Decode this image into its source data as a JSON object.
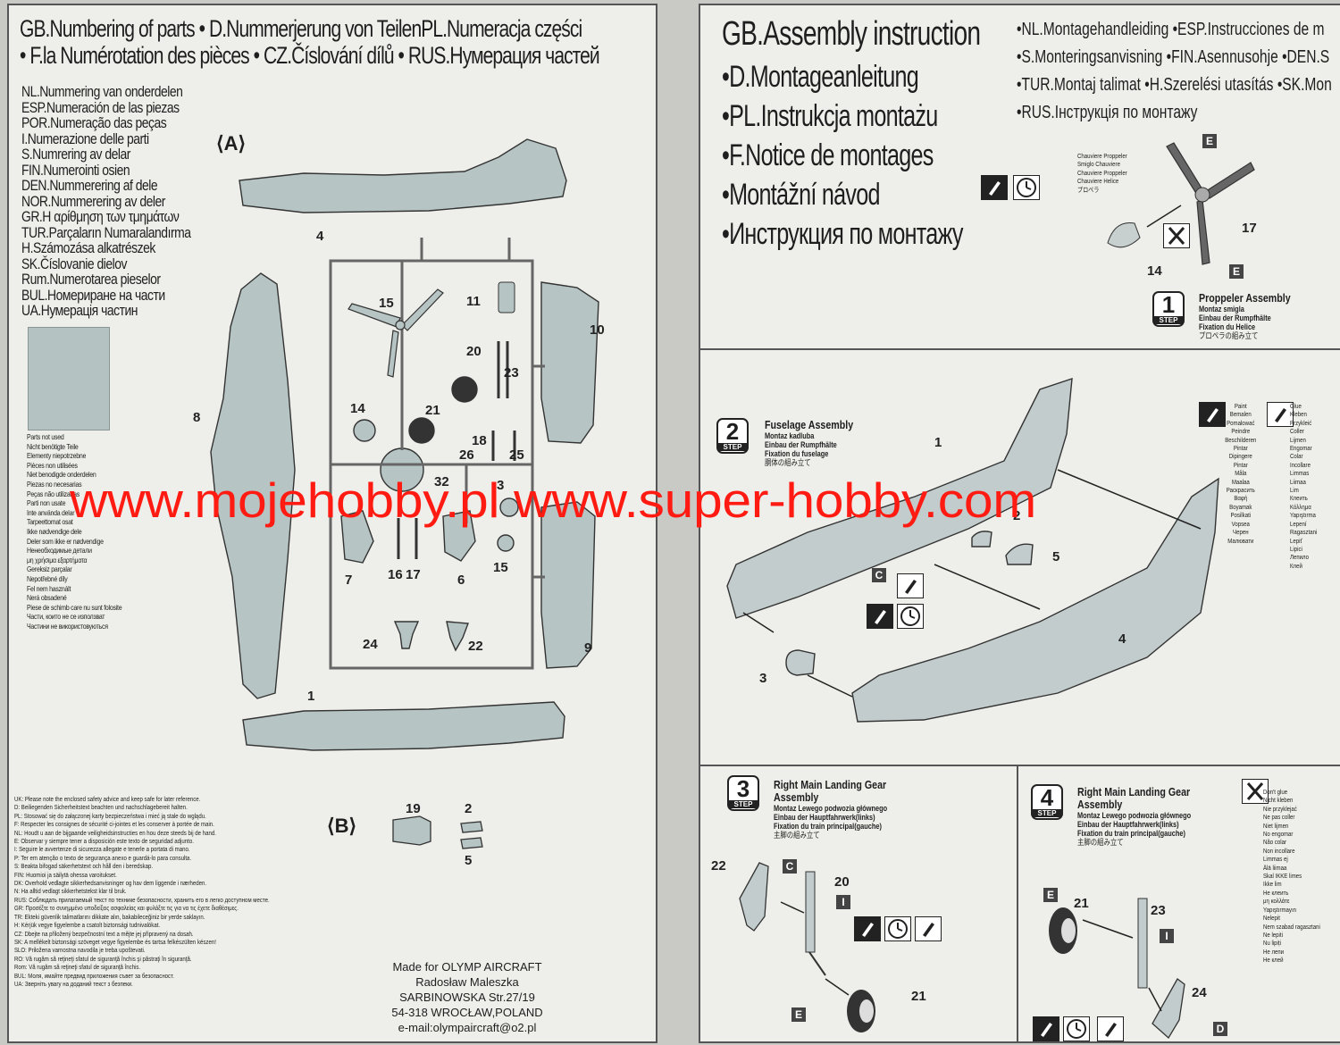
{
  "left_page": {
    "header_lines": [
      "GB.Numbering of parts • D.Nummerjerung von TeilenPL.Numeracja części",
      "• F.la Numérotation des pièces • CZ.Číslování dílů • RUS.Нумерация частей"
    ],
    "languages": [
      "NL.Nummering van onderdelen",
      "ESP.Numeración de las piezas",
      "POR.Numeração das peças",
      "I.Numerazione delle parti",
      "S.Numrering av delar",
      "FIN.Numerointi osien",
      "DEN.Nummerering af dele",
      "NOR.Nummerering av deler",
      "GR.Η αρίθμηση των τμημάτων",
      "TUR.Parçaların Numaralandırma",
      "H.Számozása alkatrészek",
      "SK.Číslovanie dielov",
      "Rum.Numerotarea pieselor",
      "BUL.Номериране на части",
      "UA.Нумерація частин"
    ],
    "parts_not_used": [
      "Parts not used",
      "Nicht benötigte Teile",
      "Elementy niepotrzebne",
      "Pièces non utilisées",
      "Niet benodigde onderdelen",
      "Piezas no necesarias",
      "Peças não utilizadas",
      "Parti non usate",
      "Inte använda delar",
      "Tarpeettomat osat",
      "Ikke nødvendige dele",
      "Deler som ikke er nødvendige",
      "Ненеобходимые детали",
      "μη χρήσιμα εξαρτήματα",
      "Gereksiz parçalar",
      "Nepotřebné díly",
      "Fel nem használt",
      "Nerá obsadené",
      "Piese de schimb care nu sunt folosite",
      "Части, които не се използват",
      "Частини не використовуються"
    ],
    "sprue_a": "A",
    "sprue_b": "B",
    "part_numbers_a": [
      "4",
      "8",
      "1",
      "15",
      "11",
      "10",
      "20",
      "23",
      "14",
      "21",
      "18",
      "26",
      "25",
      "32",
      "3",
      "7",
      "16",
      "17",
      "6",
      "15",
      "24",
      "22",
      "9"
    ],
    "part_numbers_b": [
      "19",
      "2",
      "5"
    ],
    "safety_lines": [
      "UK: Please note the enclosed safety advice and keep safe for later reference.",
      "D: Beiliegenden Sicherheitstext beachten und nachschlagebereit halten.",
      "PL: Stosować się do załączonej karty bezpieczeństwa i mieć ją stale do wglądu.",
      "F: Respecter les consignes de sécurité ci-jointes et les conserver à portée de main.",
      "NL: Houdt u aan de bijgaande veiligheidsinstructies en hou deze steeds bij de hand.",
      "E: Observar y siempre tener a disposición este texto de seguridad adjunto.",
      "I: Seguire le avvertenze di sicurezza allegate e tenerle a portata di mano.",
      "P: Ter em atenção o texto de segurança anexo e guardá-lo para consulta.",
      "S: Beakta bifogad säkerhetstext och håll den i beredskap.",
      "FIN: Huomioi ja säilytä ohessa varoitukset.",
      "DK: Overhold vedlagte sikkerhedsanvisninger og hav dem liggende i nærheden.",
      "N: Ha alltid vedlagt sikkerhetstekst klar til bruk.",
      "RUS: Соблюдать прилагаемый текст по технике безопасности, хранить его в легко доступном месте.",
      "GR: Προσέξτε το συνημμένο υποδείξεις ασφαλείας και φυλάξτε τις για να τις έχετε διαθέσιμες.",
      "TR: Ekteki güvenlik talimatlarını dikkate alın, bakabileceğiniz bir yerde saklayın.",
      "H: Kérjük vegye figyelembe a csatolt biztonsági tudnivalókat.",
      "CZ: Dbejte na přiložený bezpečnostní text a mějte jej připravený na dosah.",
      "SK: A mellékelt biztonsági szöveget vegye figyelembe és tartsa felkészülten készen!",
      "SLO: Priložena varnostna navodila je treba upoštevati.",
      "RO: Vă rugăm să reţineţi sfatul de siguranţă închis şi păstraţi în siguranţă.",
      "Rom: Vă rugăm să reţineţi sfatul de siguranţă închis.",
      "BUL: Моля, имайте предвид приложения съвет за безопасност.",
      "UA: Зверніть увагу на доданий текст з безпеки."
    ],
    "address_lines": [
      "Made for OLYMP AIRCRAFT",
      "Radosław Maleszka",
      "SARBINOWSKA Str.27/19",
      "54-318 WROCŁAW,POLAND",
      "e-mail:olympaircraft@o2.pl"
    ]
  },
  "watermark": "www.mojehobby.pl www.super-hobby.com",
  "right_page": {
    "title_main": "GB.Assembly instruction",
    "title_langs": [
      "•D.Montageanleitung",
      "•PL.Instrukcja montażu",
      "•F.Notice de montages",
      "•Montážní návod",
      "•Инструкция по монтажу"
    ],
    "top_right_langs": [
      "•NL.Montagehandleiding •ESP.Instrucciones de m",
      "•S.Monteringsanvisning •FIN.Asennusohje •DEN.S",
      "•TUR.Montaj talimat •H.Szerelési utasítás •SK.Mon",
      "•RUS.Інструкція по монтажу"
    ],
    "step1": {
      "number": "1",
      "step_word": "STEP",
      "title": "Proppeler Assembly",
      "subtitles": [
        "Montaz smigla",
        "Einbau der Rumpfhälte",
        "Fixation du Helice",
        "プロペラの組み立て"
      ],
      "callout": [
        "Chauviere Proppeler",
        "Smiglo Chauviere",
        "Chauviere Proppeler",
        "Chauviere Helice",
        "プロペラ"
      ],
      "parts": [
        "14",
        "17"
      ],
      "letters": [
        "E",
        "E"
      ]
    },
    "step2": {
      "number": "2",
      "step_word": "STEP",
      "title": "Fuselage Assembly",
      "subtitles": [
        "Montaz kadluba",
        "Einbau der Rumpfhälte",
        "Fixation du fuselage",
        "胴体の組み立て"
      ],
      "parts": [
        "1",
        "2",
        "5",
        "4",
        "3"
      ],
      "letters": [
        "C"
      ],
      "paint_legend": [
        "Paint",
        "Bemalen",
        "Pomalować",
        "Peindre",
        "Beschilderen",
        "Pintar",
        "Dipingere",
        "Pintar",
        "Måla",
        "Maalaa",
        "Раскрасить",
        "Βαφή",
        "Boyamak",
        "Posilkati",
        "Vopsea",
        "Черен",
        "Малювати"
      ],
      "glue_legend": [
        "Glue",
        "Kleben",
        "Przykleić",
        "Coller",
        "Lijmen",
        "Engomar",
        "Colar",
        "Incollare",
        "Limmas",
        "Liimaa",
        "Lim",
        "Клеить",
        "Κόλλημα",
        "Yapıştırma",
        "Lepení",
        "Ragasztani",
        "Lepiť",
        "Lipici",
        "Лепило",
        "Клей"
      ]
    },
    "step3": {
      "number": "3",
      "step_word": "STEP",
      "title_lines": [
        "Right Main Landing Gear",
        "Assembly"
      ],
      "subtitles": [
        "Montaz Lewego podwozia głównego",
        "Einbau der Hauptfahrwerk(links)",
        "Fixation du train principal(gauche)",
        "主脚の組み立て"
      ],
      "parts": [
        "22",
        "20",
        "21"
      ],
      "letters": [
        "C",
        "I",
        "E"
      ]
    },
    "step4": {
      "number": "4",
      "step_word": "STEP",
      "title_lines": [
        "Right Main Landing Gear",
        "Assembly"
      ],
      "subtitles": [
        "Montaz Lewego podwozia głównego",
        "Einbau der Hauptfahrwerk(links)",
        "Fixation du train principal(gauche)",
        "主脚の組み立て"
      ],
      "parts": [
        "21",
        "23",
        "24"
      ],
      "letters": [
        "E",
        "I",
        "D"
      ],
      "dont_glue": [
        "Don't glue",
        "Nicht kleben",
        "Nie przyklejać",
        "Ne pas coller",
        "Niet lijmen",
        "No engomar",
        "Não colar",
        "Non incollare",
        "Limmas ej",
        "Älä liimaa",
        "Skal IKKE limes",
        "Ikke lim",
        "Не клеить",
        "μη κολλάτε",
        "Yapıştırmayın",
        "Nelepit",
        "Nem szabad ragasztani",
        "Ne lepiti",
        "Nu lipiți",
        "Не лепи",
        "Не клей"
      ]
    }
  }
}
